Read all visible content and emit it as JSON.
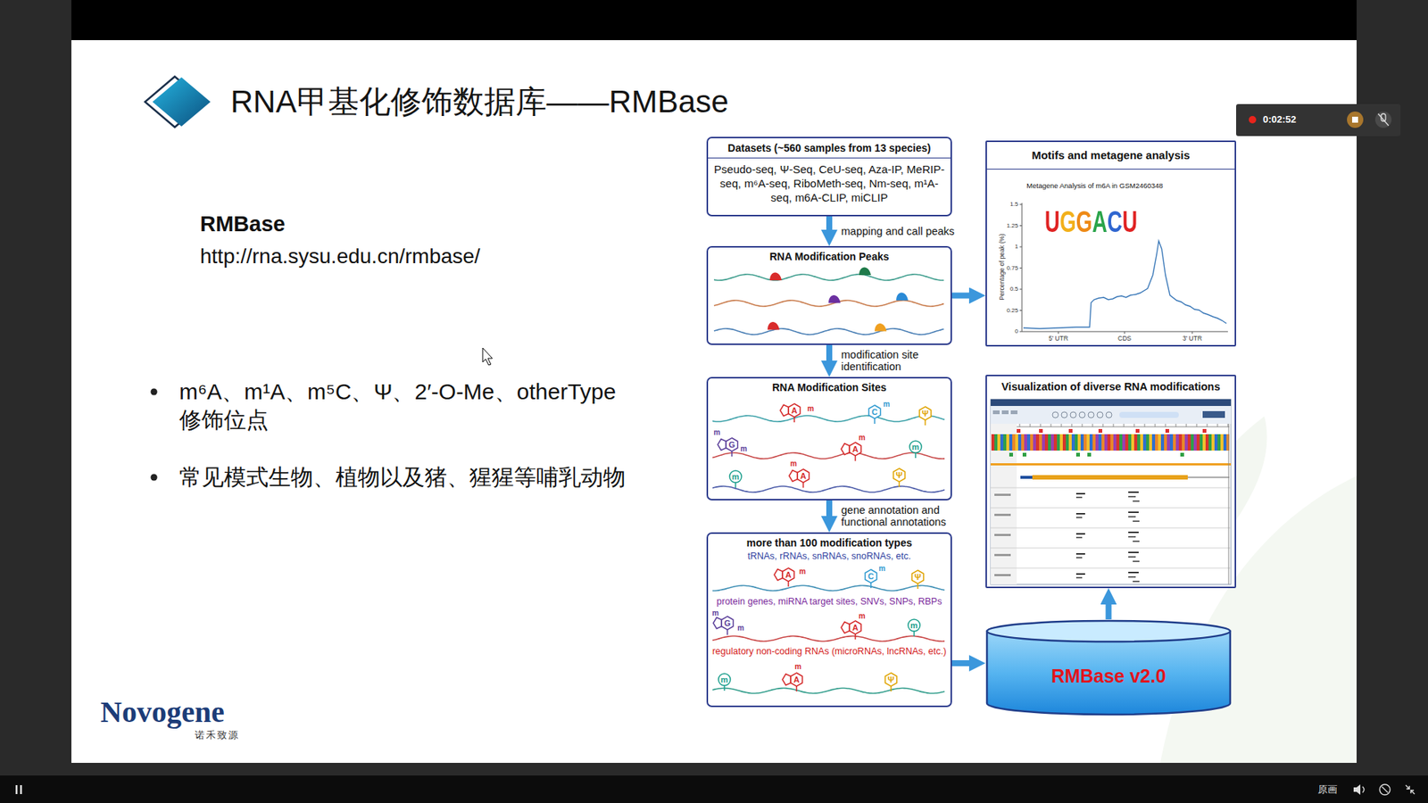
{
  "diagram": {
    "title": "RNA甲基化修饰数据库——RMBase",
    "nodes": [
      {
        "text": [
          "Datasets (~560 samples from 13 species)",
          "Pseudo-seq, Ψ-Seq, CeU-seq, Aza-IP, MeRIP-seq, m⁶A-seq, RiboMeth-seq, Nm-seq, m¹A-seq, m6A-CLIP, miCLIP"
        ]
      },
      {
        "text": [
          "RNA Modification Peaks"
        ]
      },
      {
        "text": [
          "RNA Modification Sites"
        ]
      },
      {
        "text": [
          "more than 100 modification types",
          "tRNAs, rRNAs, snRNAs, snoRNAs, etc.",
          "protein genes, miRNA target sites, SNVs, SNPs, RBPs",
          "regulatory non-coding RNAs (microRNAs, lncRNAs, etc.)"
        ]
      },
      {
        "text": [
          "Motifs and metagene analysis"
        ]
      },
      {
        "text": [
          "Visualization of diverse RNA modifications"
        ]
      },
      {
        "text": [
          "RMBase v2.0"
        ]
      }
    ],
    "edges": [
      {
        "from": 0,
        "to": 1,
        "label": "mapping and call peaks",
        "arrow": "to"
      },
      {
        "from": 1,
        "to": 2,
        "label": "modification site identification",
        "arrow": "to"
      },
      {
        "from": 2,
        "to": 3,
        "label": "gene annotation and functional annotations",
        "arrow": "to"
      },
      {
        "from": 1,
        "to": 4,
        "arrow": "to"
      },
      {
        "from": 3,
        "to": 6,
        "arrow": "to"
      },
      {
        "from": 6,
        "to": 5,
        "arrow": "to"
      }
    ],
    "labels": [
      "RMBase",
      "http://rna.sysu.edu.cn/rmbase/",
      "m⁶A、m¹A、m⁵C、Ψ、2′-O-Me、otherType修饰位点",
      "常见模式生物、植物以及猪、猩猩等哺乳动物",
      "Metagene Analysis of m6A in GSM2460348",
      "UGGACU",
      "Percentage of peak (%)",
      "1.5",
      "1.25",
      "1",
      "0.75",
      "0.5",
      "0.25",
      "0",
      "5' UTR",
      "CDS",
      "3' UTR",
      "A",
      "m",
      "C",
      "m",
      "Ψ",
      "m",
      "G",
      "m",
      "m",
      "A",
      "m",
      "m",
      "m",
      "A",
      "Ψ",
      "A",
      "m",
      "C",
      "m",
      "Ψ",
      "m",
      "G",
      "m",
      "m",
      "A",
      "m",
      "m",
      "m",
      "A",
      "Ψ",
      "0:02:52",
      "原画",
      "Novogene",
      "诺禾致源"
    ]
  }
}
